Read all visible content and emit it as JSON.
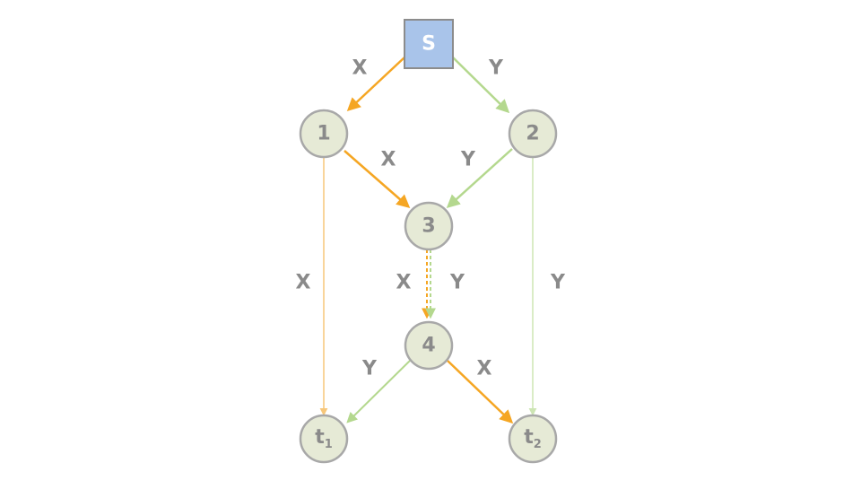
{
  "colors": {
    "x_flow": "#f5a623",
    "y_flow": "#b4d88e",
    "node_fill": "#e6ead6",
    "node_stroke": "#a8a8a8",
    "source_fill": "#a9c4ea",
    "label": "#8a8a8a"
  },
  "nodes": {
    "s": "S",
    "n1": "1",
    "n2": "2",
    "n3": "3",
    "n4": "4",
    "t1": {
      "base": "t",
      "sub": "1"
    },
    "t2": {
      "base": "t",
      "sub": "2"
    }
  },
  "edges": {
    "s_1": "X",
    "s_2": "Y",
    "1_3": "X",
    "2_3": "Y",
    "1_t1": "X",
    "2_t2": "Y",
    "3_4_x": "X",
    "3_4_y": "Y",
    "4_t1": "Y",
    "4_t2": "X"
  }
}
